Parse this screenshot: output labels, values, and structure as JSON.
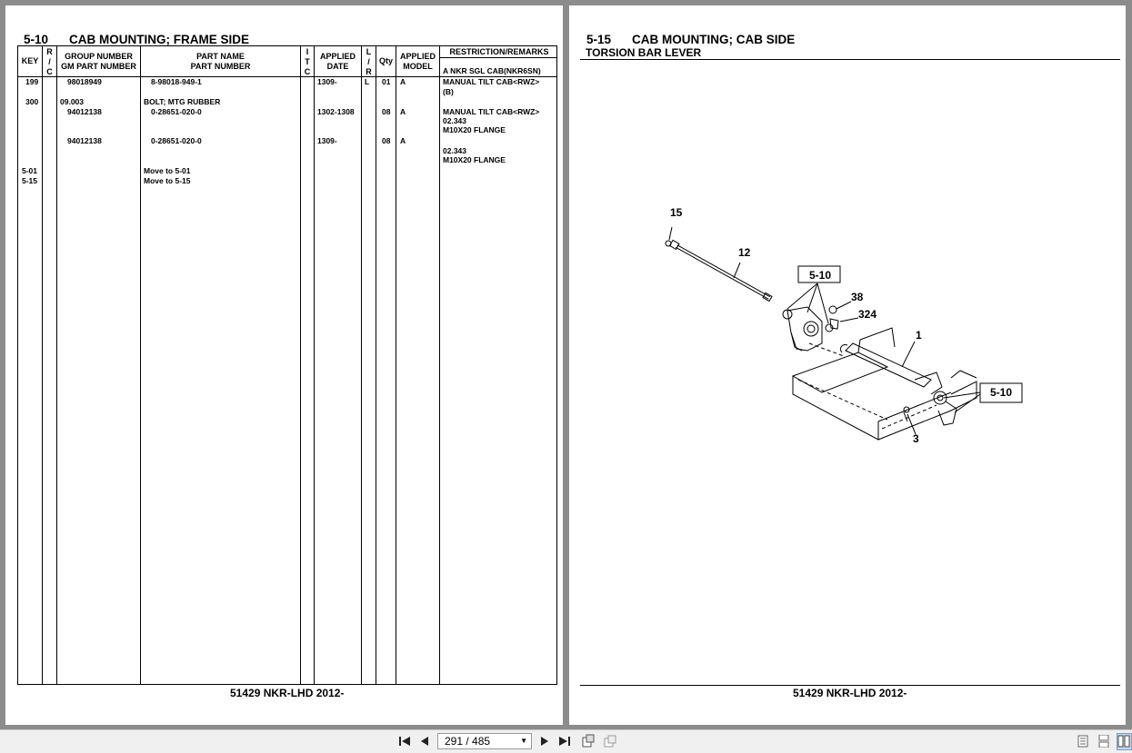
{
  "left_page": {
    "section_number": "5-10",
    "section_title": "CAB MOUNTING; FRAME SIDE",
    "headers": {
      "key": "KEY",
      "rc": [
        "R",
        "/",
        "C"
      ],
      "group_number": "GROUP NUMBER",
      "gm_part_number": "GM PART NUMBER",
      "part_name_1": "PART NAME",
      "part_name_2": "PART NUMBER",
      "itc": [
        "I",
        "T",
        "C"
      ],
      "applied_date_1": "APPLIED",
      "applied_date_2": "DATE",
      "lr": [
        "L",
        "/",
        "R"
      ],
      "qty": "Qty",
      "applied_model_1": "APPLIED",
      "applied_model_2": "MODEL",
      "restriction": "RESTRICTION/REMARKS",
      "model_note": "A NKR SGL CAB(NKR6SN)"
    },
    "rows": [
      {
        "key": "199",
        "gm": "98018949",
        "part": "8-98018-949-1",
        "date": "1309-",
        "lr": "L",
        "qty": "01",
        "model": "A",
        "remarks": [
          "MANUAL TILT CAB<RWZ>",
          "(B)"
        ]
      },
      {
        "key": "300",
        "group": "09.003",
        "part_name": "BOLT; MTG RUBBER"
      },
      {
        "gm": "94012138",
        "part": "0-28651-020-0",
        "date": "1302-1308",
        "qty": "08",
        "model": "A",
        "remarks": [
          "MANUAL TILT CAB<RWZ>",
          "02.343",
          "M10X20 FLANGE"
        ]
      },
      {
        "gm": "94012138",
        "part": "0-28651-020-0",
        "date": "1309-",
        "qty": "08",
        "model": "A",
        "remarks": [
          "",
          "02.343",
          "M10X20 FLANGE"
        ]
      },
      {
        "key": "5-01",
        "part_name": "Move to 5-01"
      },
      {
        "key": "5-15",
        "part_name": "Move to 5-15"
      }
    ],
    "footer": "51429 NKR-LHD 2012-"
  },
  "right_page": {
    "section_number": "5-15",
    "section_title": "CAB MOUNTING; CAB SIDE",
    "subtitle": "TORSION BAR LEVER",
    "callouts": [
      "15",
      "12",
      "5-10",
      "38",
      "324",
      "1",
      "5-10",
      "3"
    ],
    "footer": "51429 NKR-LHD 2012-"
  },
  "toolbar": {
    "page_indicator": "291 / 485",
    "first_icon": "first-page-icon",
    "prev_icon": "previous-page-icon",
    "next_icon": "next-page-icon",
    "last_icon": "last-page-icon"
  }
}
